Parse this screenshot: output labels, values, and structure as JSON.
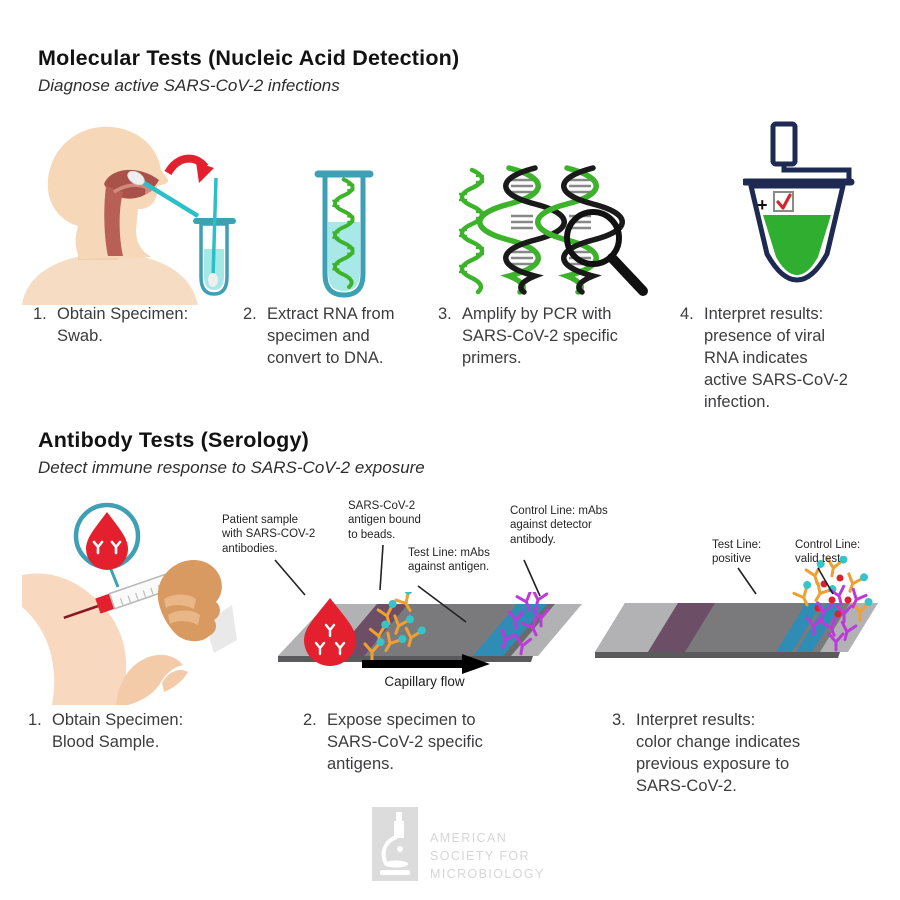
{
  "molecular": {
    "title": "Molecular Tests (Nucleic Acid Detection)",
    "subtitle": "Diagnose active SARS-CoV-2 infections",
    "steps": [
      {
        "num": "1.",
        "text": "Obtain Specimen:\nSwab."
      },
      {
        "num": "2.",
        "text": "Extract RNA from\nspecimen and\nconvert to DNA."
      },
      {
        "num": "3.",
        "text": "Amplify by PCR with\nSARS-CoV-2 specific\nprimers."
      },
      {
        "num": "4.",
        "text": "Interpret results:\npresence of viral\nRNA indicates\nactive SARS-CoV-2\ninfection."
      }
    ],
    "result_tube_plus": "+"
  },
  "antibody": {
    "title": "Antibody Tests (Serology)",
    "subtitle": "Detect immune response to SARS-CoV-2 exposure",
    "callouts": {
      "patient_sample": "Patient sample\nwith SARS-COV-2\nantibodies.",
      "antigen_beads": "SARS-CoV-2\nantigen bound\nto beads.",
      "test_line": "Test Line: mAbs\nagainst antigen.",
      "control_line": "Control Line: mAbs\nagainst detector\nantibody.",
      "test_line_result": "Test Line:\npositive",
      "control_line_result": "Control Line:\nvalid test"
    },
    "capillary_flow": "Capillary flow",
    "steps": [
      {
        "num": "1.",
        "text": "Obtain Specimen:\nBlood Sample."
      },
      {
        "num": "2.",
        "text": "Expose specimen to\nSARS-CoV-2 specific\nantigens."
      },
      {
        "num": "3.",
        "text": "Interpret results:\ncolor change indicates\nprevious exposure to\nSARS-CoV-2."
      }
    ]
  },
  "footer": {
    "org_name": "AMERICAN\nSOCIETY FOR\nMICROBIOLOGY"
  },
  "colors": {
    "teal": "#3E9FB5",
    "swab_teal": "#2BBFC9",
    "green": "#3DB32B",
    "red": "#E5202E",
    "navy": "#1E2A52",
    "strip_gray": "#7A7A7D",
    "strip_light": "#B2B2B4",
    "purple_band": "#6C4F66",
    "blue_band": "#2E8CB5",
    "orange_antibody": "#F0A030",
    "magenta_antibody": "#BB3BD9",
    "bead_teal": "#35C5C9"
  }
}
